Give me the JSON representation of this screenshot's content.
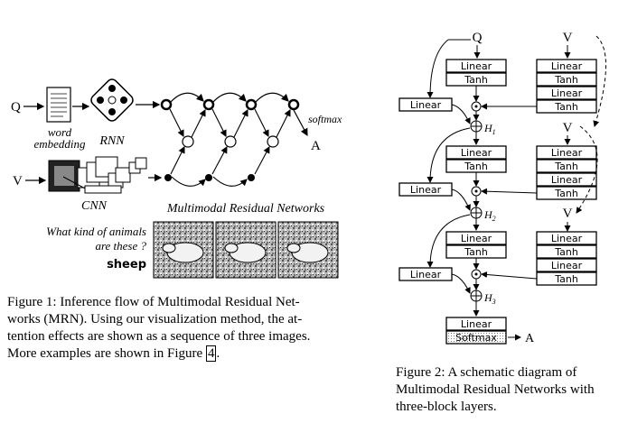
{
  "fig1": {
    "q_label": "Q",
    "v_label": "V",
    "word_embedding_line1": "word",
    "word_embedding_line2": "embedding",
    "rnn_label": "RNN",
    "cnn_label": "CNN",
    "softmax_label": "softmax",
    "answer_label": "A",
    "mrn_title": "Multimodal Residual Networks",
    "question_line1": "What kind of animals",
    "question_line2": "are these ?",
    "answer_word": "sheep",
    "caption_parts": [
      "Figure 1: Inference flow of Multimodal Residual Net-",
      "works (MRN). Using our visualization method, the at-",
      "tention effects are shown as a sequence of three images.",
      "More examples are shown in Figure "
    ],
    "caption_ref": "4",
    "caption_end": "."
  },
  "fig2": {
    "q_label": "Q",
    "v_label": "V",
    "linear": "Linear",
    "tanh": "Tanh",
    "softmax": "Softmax",
    "answer": "A",
    "h1": "H",
    "h1_sub": "1",
    "h2": "H",
    "h2_sub": "2",
    "h3": "H",
    "h3_sub": "3",
    "caption_lines": [
      "Figure 2:  A schematic diagram of",
      "Multimodal Residual Networks with",
      "three-block layers."
    ]
  }
}
